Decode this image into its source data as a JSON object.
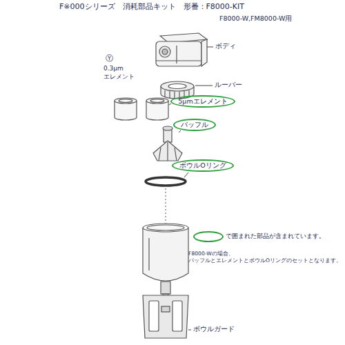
{
  "diagram": {
    "title": "F※000シリーズ　消耗部品キット　形番：F8000-KIT",
    "nodes": [
      {
        "text": [
          "5μmエレメント"
        ]
      },
      {
        "text": [
          "バッフル"
        ]
      },
      {
        "text": [
          "ボウルOリング"
        ]
      }
    ],
    "labels": [
      "F8000-W,FM8000-W用",
      "ボディ",
      "ルーバー",
      "Ⓨ",
      "0.3μm エレメント",
      "F8000-Wの場合、 パッフルとエレメントとボウルOリングのセットとなります。",
      "ボウルガード"
    ],
    "legend": [
      {
        "text": "で囲まれた部品が含まれています。"
      }
    ]
  }
}
